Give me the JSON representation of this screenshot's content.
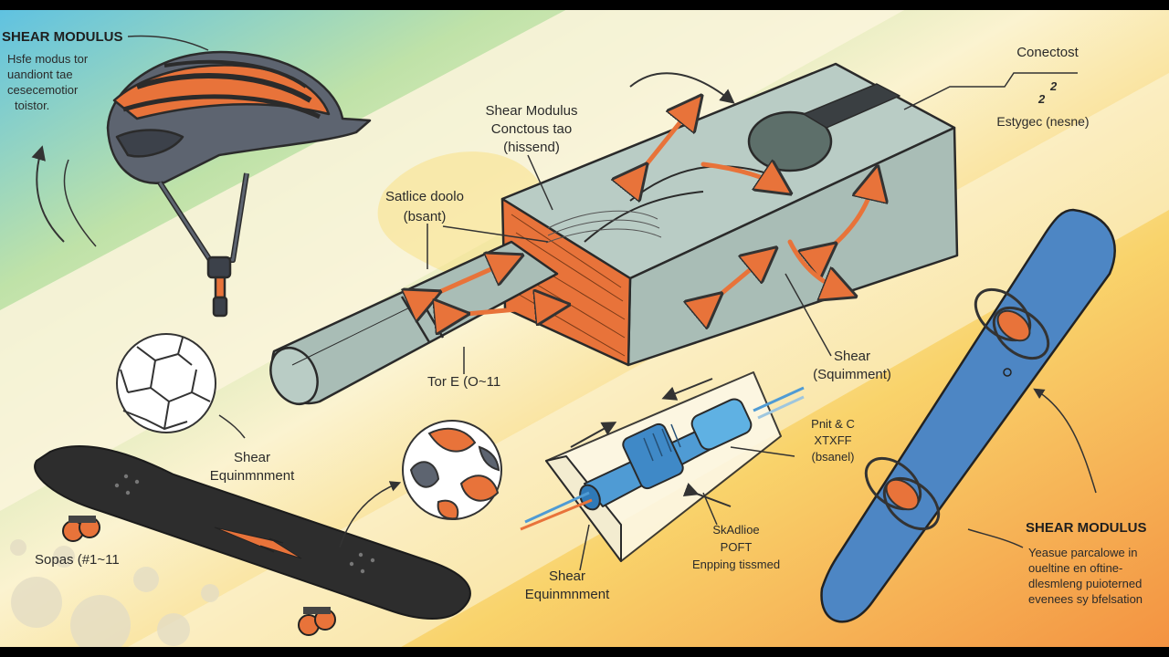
{
  "labels": {
    "top_left": {
      "title": "SHEAR MODULUS",
      "lines": [
        "Hsfe modus tor",
        "uandiont tae",
        "cesecemotior",
        "toistor."
      ]
    },
    "center_top": {
      "lines": [
        "Shear Modulus",
        "Conctous tao",
        "(hissend)"
      ]
    },
    "left_mid": {
      "lines": [
        "Satlice doolo",
        "(bsant)"
      ]
    },
    "top_right": {
      "title": "Conectost",
      "formula": "2",
      "formula2": "2",
      "sub": "Estygec (nesne)"
    },
    "right_mid": {
      "lines": [
        "Shear",
        "(Squimment)"
      ]
    },
    "bottom_center_label": "Tor E (O~11",
    "left_low": {
      "lines": [
        "Shear",
        "Equinmnment"
      ]
    },
    "skate_label": "Sopas (#1~11",
    "right_small": {
      "lines": [
        "Pnit & C",
        "XTXFF",
        "(bsanel)"
      ]
    },
    "bottom_mid": {
      "lines": [
        "SkAdlioe",
        "POFT",
        "Enpping tissmed"
      ]
    },
    "bottom_center": {
      "lines": [
        "Shear",
        "Equinmnment"
      ]
    },
    "right_bottom": {
      "title": "SHEAR MODULUS",
      "lines": [
        "Yeasue parcalowe in",
        "oueltine en oftine-",
        "dlesmleng puioterned",
        "evenees sy bfelsation"
      ]
    }
  },
  "icons": [
    "helmet-icon",
    "volleyball-icon",
    "soccer-ball-icon",
    "skateboard-icon",
    "snowboard-icon",
    "shear-block-icon",
    "cylinder-rod-icon",
    "syringe-cylinder-icon"
  ],
  "colors": {
    "accent_orange": "#e8733a",
    "block_gray": "#a9bdb6",
    "board_blue": "#4d86c4",
    "deck_dark": "#2d2d2d",
    "helmet_gray": "#5d6470"
  }
}
